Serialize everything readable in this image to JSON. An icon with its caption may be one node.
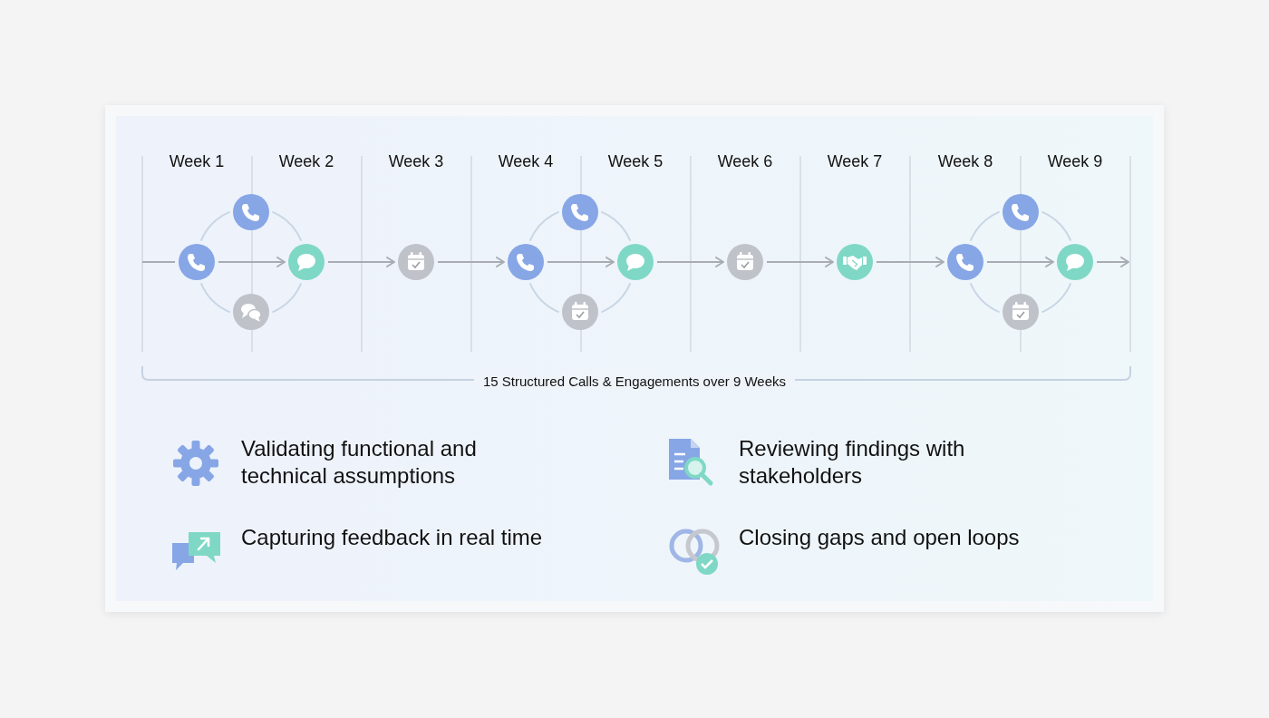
{
  "diagram": {
    "nodes": [
      {
        "text": [],
        "shape": "circle"
      },
      {
        "text": [],
        "shape": "circle"
      },
      {
        "text": [],
        "shape": "circle"
      },
      {
        "text": [],
        "shape": "circle"
      },
      {
        "text": [],
        "shape": "circle"
      },
      {
        "text": [],
        "shape": "circle"
      },
      {
        "text": [],
        "shape": "circle"
      },
      {
        "text": [],
        "shape": "circle"
      },
      {
        "text": [],
        "shape": "circle"
      },
      {
        "text": [],
        "shape": "circle"
      },
      {
        "text": [],
        "shape": "circle"
      },
      {
        "text": [],
        "shape": "circle"
      },
      {
        "text": [],
        "shape": "circle"
      },
      {
        "text": [],
        "shape": "circle"
      },
      {
        "text": [],
        "shape": "circle"
      }
    ],
    "edges": [
      {
        "from": null,
        "to": 0,
        "arrow": "none",
        "color": "#a9adb3"
      },
      {
        "from": 0,
        "to": 1,
        "arrow": "none"
      },
      {
        "from": 1,
        "to": 3,
        "arrow": "none"
      },
      {
        "from": 0,
        "to": 2,
        "arrow": "none"
      },
      {
        "from": 2,
        "to": 3,
        "arrow": "none"
      },
      {
        "from": 0,
        "to": 3,
        "arrow": "to",
        "color": "#a9adb3"
      },
      {
        "from": 3,
        "to": 4,
        "arrow": "to",
        "color": "#a9adb3"
      },
      {
        "from": 4,
        "to": 5,
        "arrow": "to",
        "color": "#a9adb3"
      },
      {
        "from": 5,
        "to": 6,
        "arrow": "none"
      },
      {
        "from": 6,
        "to": 8,
        "arrow": "none"
      },
      {
        "from": 5,
        "to": 7,
        "arrow": "none"
      },
      {
        "from": 7,
        "to": 8,
        "arrow": "none"
      },
      {
        "from": 5,
        "to": 8,
        "arrow": "to",
        "color": "#a9adb3"
      },
      {
        "from": 8,
        "to": 9,
        "arrow": "to",
        "color": "#a9adb3"
      },
      {
        "from": 9,
        "to": 10,
        "arrow": "to",
        "color": "#a9adb3"
      },
      {
        "from": 10,
        "to": 11,
        "arrow": "to",
        "color": "#a9adb3"
      },
      {
        "from": 11,
        "to": 12,
        "arrow": "none"
      },
      {
        "from": 12,
        "to": 14,
        "arrow": "none"
      },
      {
        "from": 11,
        "to": 13,
        "arrow": "none"
      },
      {
        "from": 13,
        "to": 14,
        "arrow": "none"
      },
      {
        "from": 11,
        "to": 14,
        "arrow": "to",
        "color": "#a9adb3"
      },
      {
        "from": 14,
        "to": null,
        "arrow": "to",
        "color": "#a9adb3"
      }
    ],
    "labels": [
      "Week 1",
      "Week 2",
      "Week 3",
      "Week 4",
      "Week 5",
      "Week 6",
      "Week 7",
      "Week 8",
      "Week 9",
      "15 Structured Calls & Engagements over 9 Weeks",
      "Validating functional and technical assumptions",
      "Reviewing findings with stakeholders",
      "Capturing feedback in real time",
      "Closing gaps and open loops"
    ]
  }
}
